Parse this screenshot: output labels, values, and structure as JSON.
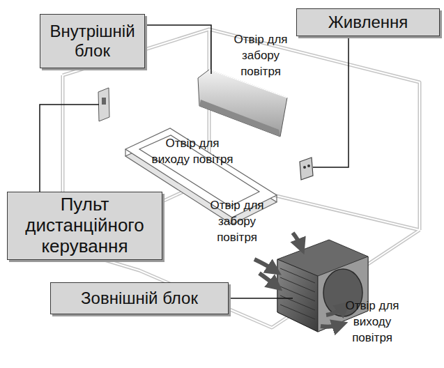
{
  "diagram": {
    "nodes": [
      {
        "text": [
          "Внутрішній блок"
        ]
      },
      {
        "text": [
          "Живлення"
        ]
      },
      {
        "text": [
          "Пульт дистанційного керування"
        ]
      },
      {
        "text": [
          "Зовнішній блок"
        ]
      }
    ],
    "labels": [
      "Отвір для забору повітря",
      "Отвір для виходу повітря",
      "Отвір для забору повітря",
      "Отвір для виходу повітря"
    ]
  }
}
